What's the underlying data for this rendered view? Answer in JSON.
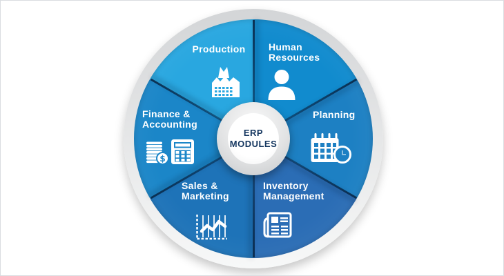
{
  "diagram": {
    "hub": {
      "title_line1": "ERP",
      "title_line2": "MODULES",
      "title_color": "#14365f"
    },
    "modules": [
      {
        "name": "Human Resources",
        "line1": "Human",
        "line2": "Resources",
        "color": "#118bce",
        "icon": "person-icon"
      },
      {
        "name": "Planning",
        "line1": "Planning",
        "color": "#1d80c3",
        "icon": "calendar-clock-icon"
      },
      {
        "name": "Inventory Management",
        "line1": "Inventory",
        "line2": "Management",
        "color": "#2b6db5",
        "icon": "newspaper-icon"
      },
      {
        "name": "Sales & Marketing",
        "line1": "Sales &",
        "line2": "Marketing",
        "color": "#1e73b8",
        "icon": "line-chart-icon"
      },
      {
        "name": "Finance & Accounting",
        "line1": "Finance &",
        "line2": "Accounting",
        "color": "#1b86c8",
        "icon": "coins-calculator-icon"
      },
      {
        "name": "Production",
        "line1": "Production",
        "color": "#29a7e0",
        "icon": "factory-icon"
      }
    ]
  }
}
